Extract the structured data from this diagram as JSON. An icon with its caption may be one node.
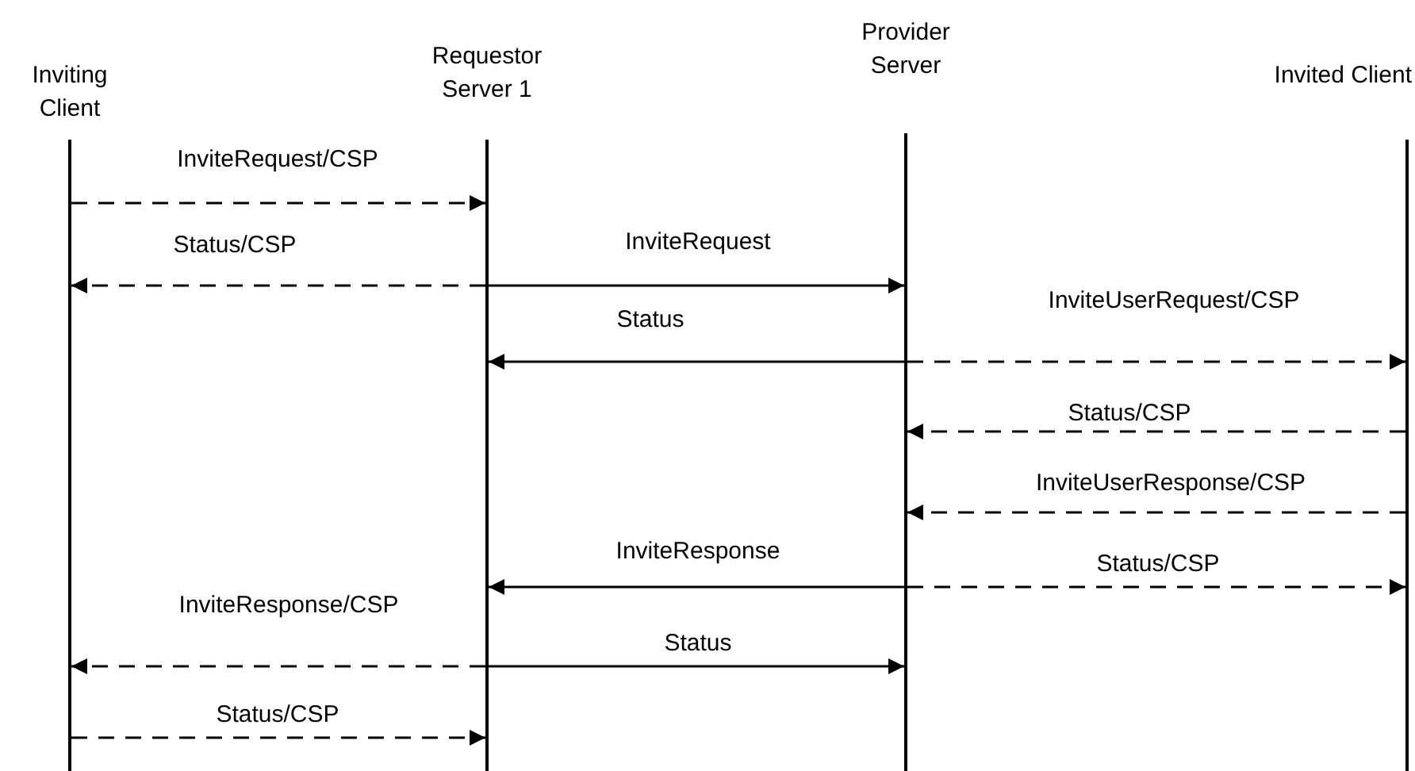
{
  "diagram": {
    "nodes": [
      {
        "text": [
          "Inviting Client"
        ]
      },
      {
        "text": [
          "Requestor Server 1"
        ]
      },
      {
        "text": [
          "Provider Server"
        ]
      },
      {
        "text": [
          "Invited Client"
        ]
      }
    ],
    "edges": [
      {
        "from": 0,
        "to": 1,
        "arrow": "to",
        "label": "InviteRequest/CSP",
        "style": "dashed"
      },
      {
        "from": 1,
        "to": 0,
        "arrow": "to",
        "label": "Status/CSP",
        "style": "dashed"
      },
      {
        "from": 1,
        "to": 2,
        "arrow": "to",
        "label": "InviteRequest"
      },
      {
        "from": 2,
        "to": 1,
        "arrow": "to",
        "label": "Status"
      },
      {
        "from": 2,
        "to": 3,
        "arrow": "to",
        "label": "InviteUserRequest/CSP",
        "style": "dashed"
      },
      {
        "from": 3,
        "to": 2,
        "arrow": "to",
        "label": "Status/CSP",
        "style": "dashed"
      },
      {
        "from": 3,
        "to": 2,
        "arrow": "to",
        "label": "InviteUserResponse/CSP",
        "style": "dashed"
      },
      {
        "from": 2,
        "to": 1,
        "arrow": "to",
        "label": "InviteResponse"
      },
      {
        "from": 2,
        "to": 3,
        "arrow": "to",
        "label": "Status/CSP",
        "style": "dashed"
      },
      {
        "from": 1,
        "to": 0,
        "arrow": "to",
        "label": "InviteResponse/CSP",
        "style": "dashed"
      },
      {
        "from": 1,
        "to": 2,
        "arrow": "to",
        "label": "Status"
      },
      {
        "from": 0,
        "to": 1,
        "arrow": "to",
        "label": "Status/CSP",
        "style": "dashed"
      }
    ]
  }
}
